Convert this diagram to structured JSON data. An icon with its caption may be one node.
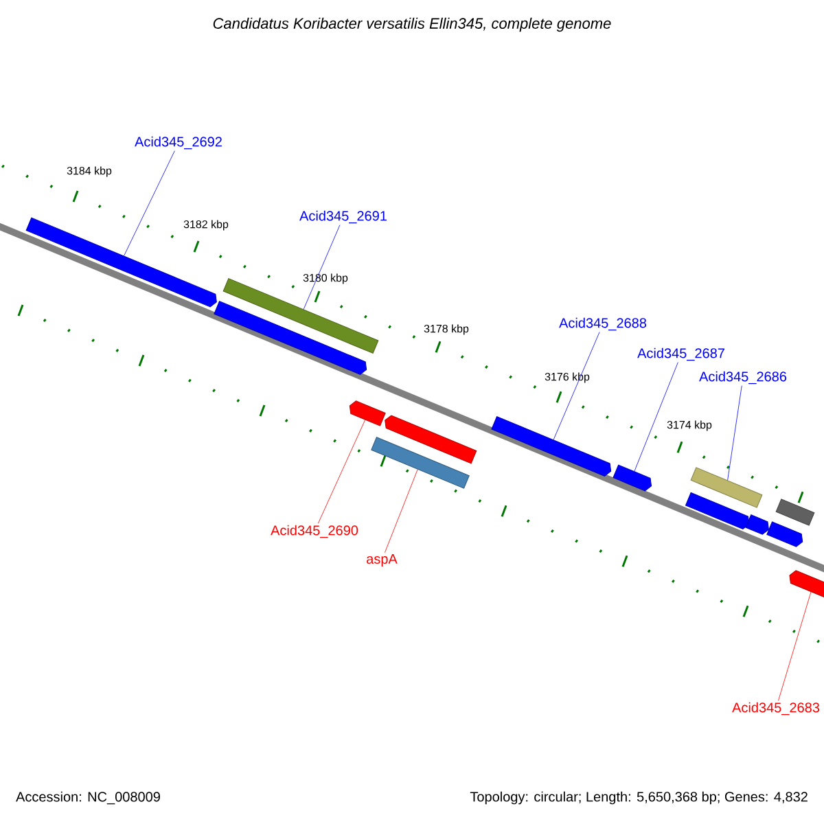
{
  "diagram": {
    "title": "*Candidatus Koribacter versatilis Ellin345, complete genome*",
    "nodes": [
      {
        "text": [
          "Acid345_2692"
        ]
      },
      {
        "text": [
          "Acid345_2691"
        ]
      },
      {
        "text": [
          "Acid345_2688"
        ]
      },
      {
        "text": [
          "Acid345_2687"
        ]
      },
      {
        "text": [
          "Acid345_2686"
        ]
      },
      {
        "text": [
          "Acid345_2690"
        ]
      },
      {
        "text": [
          "aspA"
        ]
      },
      {
        "text": [
          "Acid345_2683"
        ]
      },
      {
        "text": [],
        "shape": "arrow"
      },
      {
        "text": [],
        "shape": "bar"
      },
      {
        "text": [],
        "shape": "arrow"
      },
      {
        "text": [],
        "shape": "arrow"
      },
      {
        "text": [],
        "shape": "bar"
      },
      {
        "text": [],
        "shape": "arrow"
      },
      {
        "text": [],
        "shape": "arrow"
      },
      {
        "text": [],
        "shape": "bar"
      },
      {
        "text": [],
        "shape": "arrow"
      },
      {
        "text": [],
        "shape": "arrow"
      },
      {
        "text": [],
        "shape": "arrow"
      },
      {
        "text": [],
        "shape": "arrow"
      },
      {
        "text": [],
        "shape": "bar"
      },
      {
        "text": [],
        "shape": "arrow"
      }
    ],
    "edges": [
      {
        "from": 0,
        "to": 8,
        "arrow": "none"
      },
      {
        "from": 1,
        "to": 9,
        "arrow": "none"
      },
      {
        "from": 2,
        "to": 13,
        "arrow": "none"
      },
      {
        "from": 3,
        "to": 16,
        "arrow": "none"
      },
      {
        "from": 4,
        "to": 15,
        "arrow": "none"
      },
      {
        "from": 5,
        "to": 10,
        "arrow": "none",
        "color": "#ff0000"
      },
      {
        "from": 6,
        "to": 12,
        "arrow": "none",
        "color": "#ff0000"
      },
      {
        "from": 7,
        "to": 21,
        "arrow": "none",
        "color": "#ff0000"
      }
    ],
    "labels": [
      "3184 kbp",
      "3182 kbp",
      "3180 kbp",
      "3178 kbp",
      "3176 kbp",
      "3174 kbp",
      "Accession: NC_008009",
      "Topology: circular; Length: 5,650,368 bp; Genes: 4,832"
    ]
  }
}
